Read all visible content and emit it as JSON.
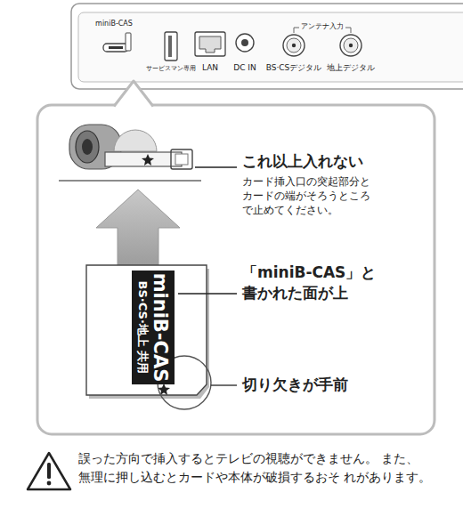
{
  "diagram": {
    "nodes": [
      {
        "text": [
          "miniB-CAS",
          "サービスマン専用",
          "LAN",
          "DC IN",
          "アンテナ入力",
          "BS·CSデジタル",
          "地上デジタル"
        ]
      },
      {
        "text": [
          "これ以上入れない",
          "カード挿入口の突起部分と カードの端がそろうところ で止めてください。",
          "「miniB-CAS」と 書かれた面が上",
          "切り欠きが手前"
        ]
      },
      {
        "text": [
          "miniB-CAS",
          "BS·CS·地上 共用"
        ],
        "in": 1
      }
    ],
    "labels": [
      "誤った方向で挿入するとテレビの視聴ができません。 また、無理に押し込むとカードや本体が破損するおそ れがあります。"
    ]
  }
}
